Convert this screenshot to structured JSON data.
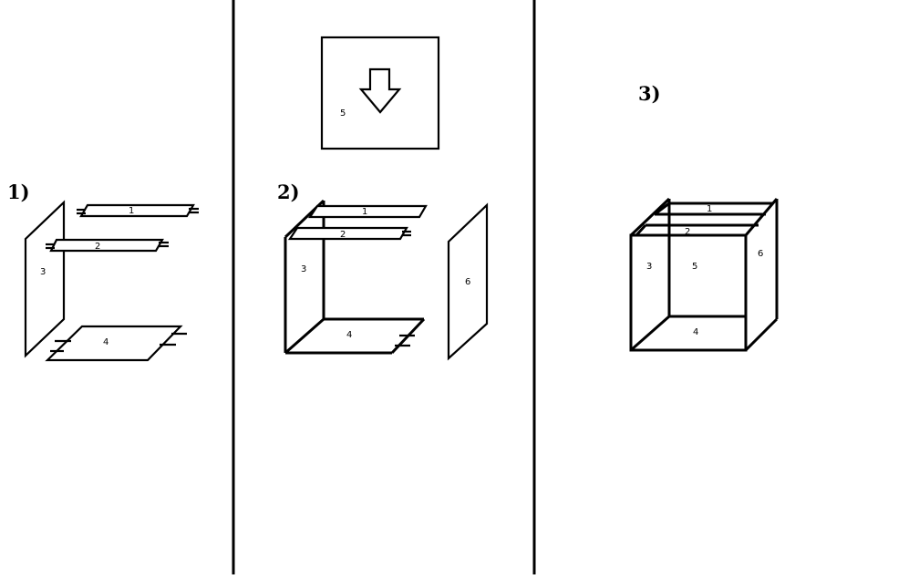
{
  "steps": {
    "step1": "1)",
    "step2": "2)",
    "step3": "3)"
  },
  "parts": {
    "p1": "1",
    "p2": "2",
    "p3": "3",
    "p4": "4",
    "p5": "5",
    "p6": "6"
  },
  "icons": {
    "down_arrow": "down-arrow-icon"
  }
}
